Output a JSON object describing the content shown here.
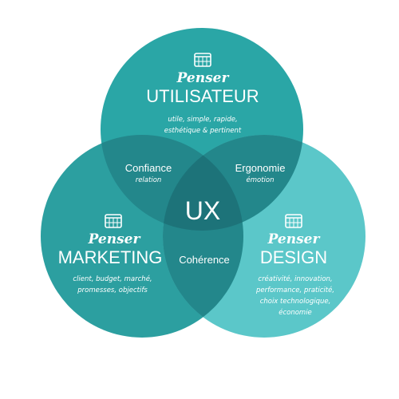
{
  "colors": {
    "top_circle": "#2aa6a6",
    "left_circle": "#2c9fa0",
    "right_circle": "#5bc7c9",
    "overlap_dark": "#23878b",
    "center": "#1d7379",
    "text": "#ffffff",
    "background": "#ffffff"
  },
  "center_label": "UX",
  "circles": {
    "utilisateur": {
      "script": "Penser",
      "title": "UTILISATEUR",
      "desc_lines": [
        "utile, simple, rapide,",
        "esthétique & pertinent"
      ],
      "icon": "browser-grid-icon"
    },
    "marketing": {
      "script": "Penser",
      "title": "MARKETING",
      "desc_lines": [
        "client, budget, marché,",
        "promesses, objectifs"
      ],
      "icon": "browser-grid-icon"
    },
    "design": {
      "script": "Penser",
      "title": "DESIGN",
      "desc_lines": [
        "créativité, innovation,",
        "performance, praticité,",
        "choix technologique,",
        "économie"
      ],
      "icon": "browser-grid-icon"
    }
  },
  "overlaps": {
    "confiance": {
      "title": "Confiance",
      "sub": "relation"
    },
    "ergonomie": {
      "title": "Ergonomie",
      "sub": "émotion"
    },
    "coherence": {
      "title": "Cohérence",
      "sub": ""
    }
  }
}
